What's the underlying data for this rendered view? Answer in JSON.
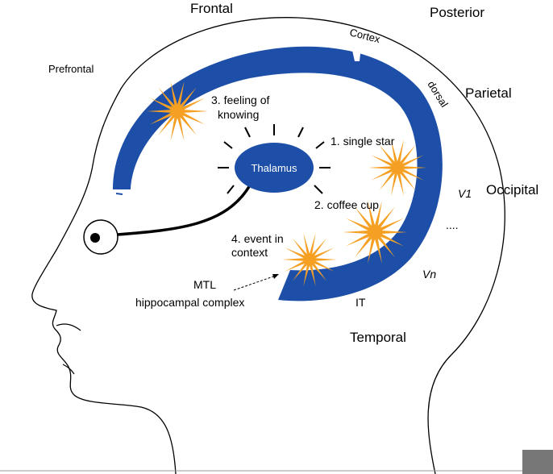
{
  "regions": {
    "frontal": "Frontal",
    "posterior": "Posterior",
    "prefrontal": "Prefrontal",
    "parietal": "Parietal",
    "occipital": "Occipital",
    "temporal": "Temporal"
  },
  "cortex_labels": {
    "cortex": "Cortex",
    "dorsal": "dorsal",
    "v1": "V1",
    "dots": "....",
    "vn": "Vn",
    "it": "IT"
  },
  "thalamus": "Thalamus",
  "events": {
    "e1": "1. single star",
    "e2": "2. coffee cup",
    "e3_line1": "3. feeling of",
    "e3_line2": "knowing",
    "e4_line1": "4. event in",
    "e4_line2": "context"
  },
  "mtl": {
    "line1": "MTL",
    "line2": "hippocampal complex"
  },
  "colors": {
    "cortex_band": "#1d4fa8",
    "star": "#f5a023",
    "outline": "#000000",
    "corner_box": "#777777"
  }
}
